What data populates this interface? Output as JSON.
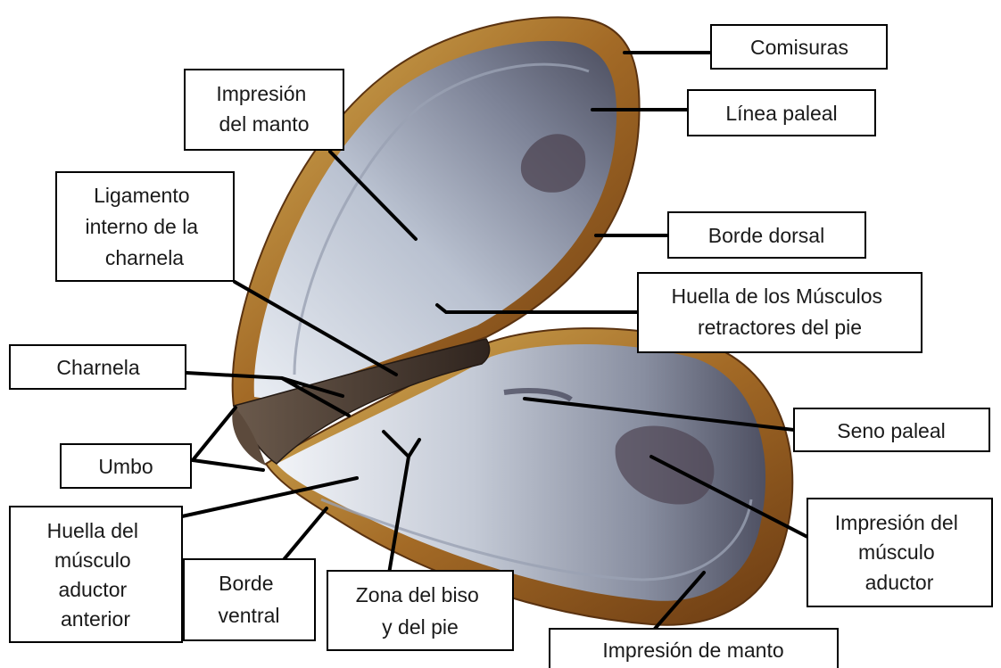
{
  "labels": {
    "comisuras": [
      "Comisuras"
    ],
    "linea_paleal": [
      "Línea paleal"
    ],
    "impresion_manto_top": [
      "Impresión",
      "del manto"
    ],
    "borde_dorsal": [
      "Borde dorsal"
    ],
    "ligamento": [
      "Ligamento",
      "interno de la",
      "charnela"
    ],
    "huella_retractores": [
      "Huella de los Músculos",
      "retractores del pie"
    ],
    "charnela": [
      "Charnela"
    ],
    "seno_paleal": [
      "Seno paleal"
    ],
    "umbo": [
      "Umbo"
    ],
    "huella_aductor_anterior": [
      "Huella del",
      "músculo",
      "aductor",
      "anterior"
    ],
    "borde_ventral": [
      "Borde",
      "ventral"
    ],
    "zona_biso": [
      "Zona del biso",
      "y del pie"
    ],
    "impresion_musculo_aductor": [
      "Impresión del",
      "músculo",
      "aductor"
    ],
    "impresion_manto_bottom": [
      "Impresión de manto"
    ]
  },
  "colors": {
    "shell_outer": "#7a4a1c",
    "shell_rim": "#c9a24a",
    "nacre_light": "#dfe4ee",
    "nacre_dark": "#5f6478",
    "ligament": "#4a3a30",
    "box_border": "#000000",
    "leader": "#000000"
  }
}
